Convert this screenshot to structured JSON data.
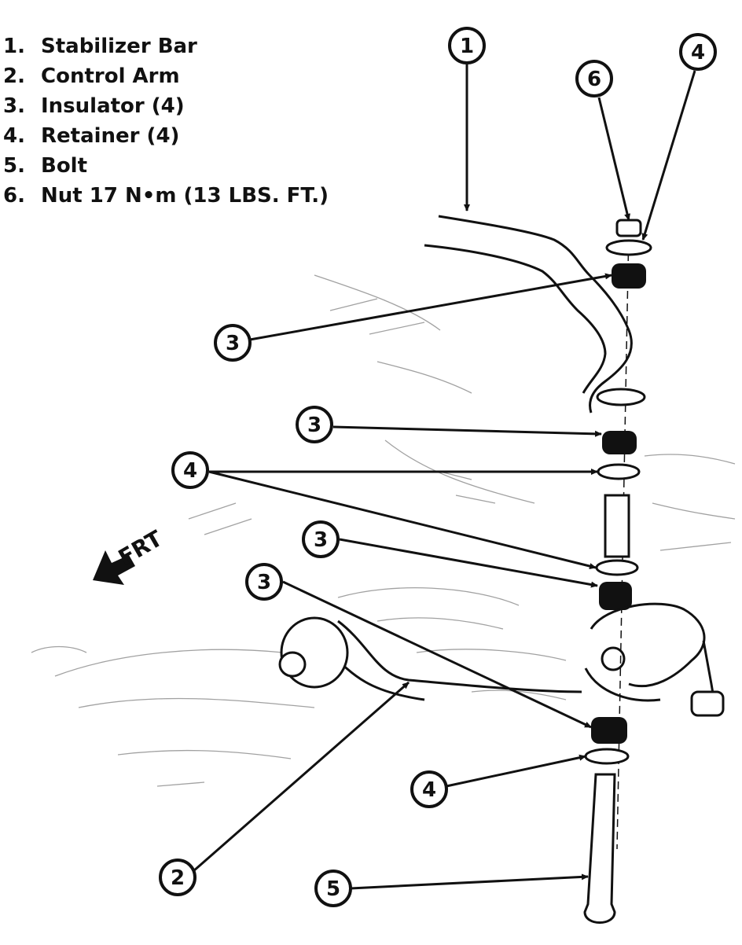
{
  "legend": [
    {
      "num": "1.",
      "text": "Stabilizer Bar"
    },
    {
      "num": "2.",
      "text": "Control Arm"
    },
    {
      "num": "3.",
      "text": "Insulator (4)"
    },
    {
      "num": "4.",
      "text": "Retainer (4)"
    },
    {
      "num": "5.",
      "text": "Bolt"
    },
    {
      "num": "6.",
      "text": "Nut 17 N•m (13 LBS. FT.)"
    }
  ],
  "callouts": {
    "c1": "1",
    "c6": "6",
    "c4_top": "4",
    "c3_a": "3",
    "c3_b": "3",
    "c4_mid": "4",
    "c3_c": "3",
    "c3_d": "3",
    "c4_low": "4",
    "c2": "2",
    "c5": "5"
  },
  "direction_label": "FRT"
}
